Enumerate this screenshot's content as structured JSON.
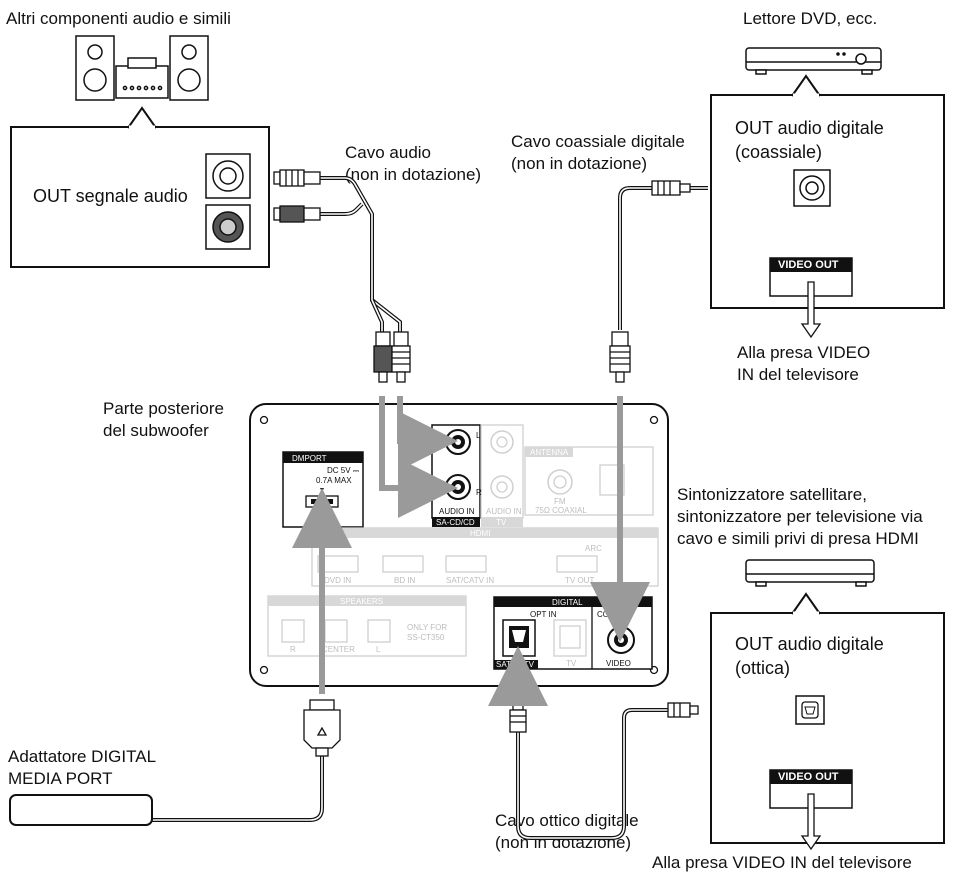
{
  "labels": {
    "other_audio": "Altri componenti audio e simili",
    "dvd_player": "Lettore DVD, ecc.",
    "audio_out": "OUT segnale audio",
    "audio_cable_l1": "Cavo audio",
    "audio_cable_l2": "(non in dotazione)",
    "coax_cable_l1": "Cavo coassiale digitale",
    "coax_cable_l2": "(non in dotazione)",
    "dvd_out_l1": "OUT audio digitale",
    "dvd_out_l2": "(coassiale)",
    "video_out_1": "VIDEO OUT",
    "to_tv_l1": "Alla presa VIDEO",
    "to_tv_l2": "IN del televisore",
    "sub_rear_l1": "Parte posteriore",
    "sub_rear_l2": "del subwoofer",
    "sat_l1": "Sintonizzatore satellitare,",
    "sat_l2": "sintonizzatore per televisione via",
    "sat_l3": "cavo e simili privi di presa HDMI",
    "opt_out_l1": "OUT audio digitale",
    "opt_out_l2": "(ottica)",
    "video_out_2": "VIDEO OUT",
    "dmport_adapter_l1": "Adattatore DIGITAL",
    "dmport_adapter_l2": "MEDIA PORT",
    "opt_cable_l1": "Cavo ottico digitale",
    "opt_cable_l2": "(non in dotazione)",
    "to_tv_bottom": "Alla presa VIDEO IN del televisore"
  },
  "panel": {
    "dmport": "DMPORT",
    "dmport_spec1": "DC 5V ⎓",
    "dmport_spec2": "0.7A MAX",
    "audio_in": "AUDIO IN",
    "sacd": "SA-CD/CD",
    "audio_in_tv": "AUDIO IN",
    "tv": "TV",
    "l": "L",
    "r": "R",
    "antenna": "ANTENNA",
    "fm": "FM",
    "fm_spec": "75Ω COAXIAL",
    "hdmi": "HDMI",
    "arc": "ARC",
    "dvd_in": "DVD IN",
    "bd_in": "BD IN",
    "satcatv_in": "SAT/CATV IN",
    "tv_out": "TV OUT",
    "speakers": "SPEAKERS",
    "sp_r": "R",
    "sp_center": "CENTER",
    "sp_l": "L",
    "only_for1": "ONLY FOR",
    "only_for2": "SS-CT350",
    "digital": "DIGITAL",
    "opt_in": "OPT IN",
    "coax_in": "COAX IN",
    "satcatv": "SAT/CATV",
    "tv2": "TV",
    "video": "VIDEO"
  }
}
